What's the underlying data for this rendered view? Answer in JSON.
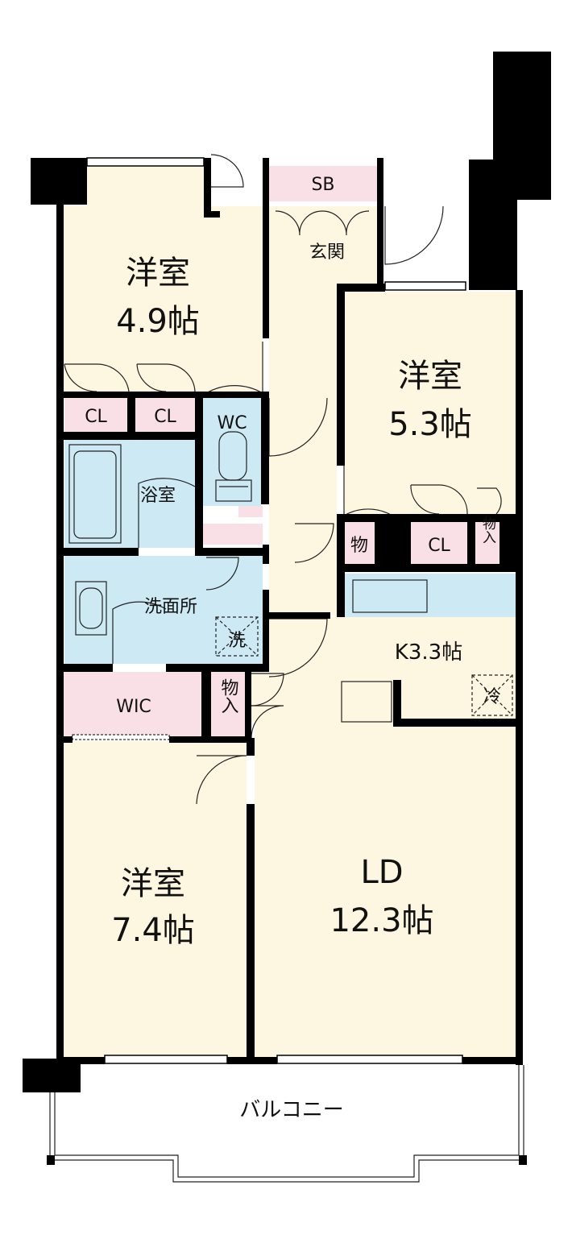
{
  "rooms": {
    "western_room_1": {
      "name": "洋室",
      "size": "4.9帖"
    },
    "western_room_2": {
      "name": "洋室",
      "size": "5.3帖"
    },
    "western_room_3": {
      "name": "洋室",
      "size": "7.4帖"
    },
    "living_dining": {
      "name": "LD",
      "size": "12.3帖"
    },
    "kitchen": {
      "label": "K3.3帖"
    },
    "entrance": {
      "label": "玄関"
    },
    "shoe_box": {
      "label": "SB"
    },
    "toilet": {
      "label": "WC"
    },
    "bathroom": {
      "label": "浴室"
    },
    "washroom": {
      "label": "洗面所"
    },
    "walk_in_closet": {
      "label": "WIC"
    },
    "balcony": {
      "label": "バルコニー"
    }
  },
  "storage": {
    "closet_1": "CL",
    "closet_2": "CL",
    "closet_3": "CL",
    "storage_small": "物",
    "storage_hall": "物入",
    "storage_room2": "物入",
    "washer": "洗",
    "fridge": "冷"
  },
  "colors": {
    "room_floor": "#fdf6e1",
    "storage_pink": "#f9dfe6",
    "wet_area_blue": "#cde9f3",
    "wall": "#000000"
  }
}
